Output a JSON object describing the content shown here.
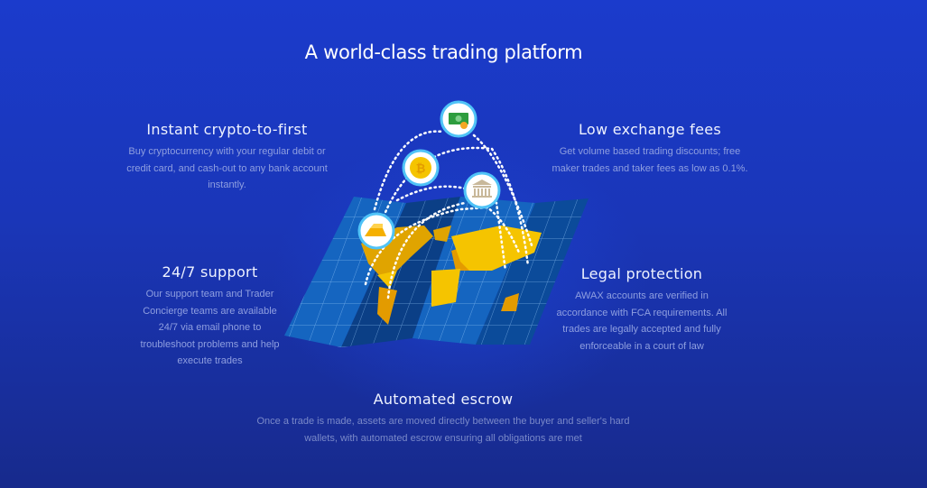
{
  "header": {
    "title": "A world-class trading platform"
  },
  "features": [
    {
      "title": "Instant crypto-to-first",
      "text": "Buy cryptocurrency with your regular debit or credit card, and cash-out to any bank account instantly."
    },
    {
      "title": "Low exchange fees",
      "text": "Get volume based trading discounts; free maker trades and taker fees as low as 0.1%."
    },
    {
      "title": "24/7 support",
      "text": "Our support team and Trader Concierge teams are available 24/7 via email phone to troubleshoot problems and help execute trades"
    },
    {
      "title": "Legal protection",
      "text": "AWAX accounts are verified in accordance with FCA requirements. All trades are legally accepted and fully enforceable in a court of law"
    },
    {
      "title": "Automated escrow",
      "text": "Once a trade is made, assets are moved directly between the buyer and seller's hard wallets, with automated escrow ensuring all obligations are met"
    }
  ],
  "illustration": {
    "icons": [
      "cash-icon",
      "bitcoin-icon",
      "bank-icon",
      "gold-bars-icon"
    ],
    "colors": {
      "accent": "#f5c400",
      "map_light": "#1565c0",
      "map_dark": "#0b3f86",
      "ring": "#4fc3f7"
    }
  }
}
